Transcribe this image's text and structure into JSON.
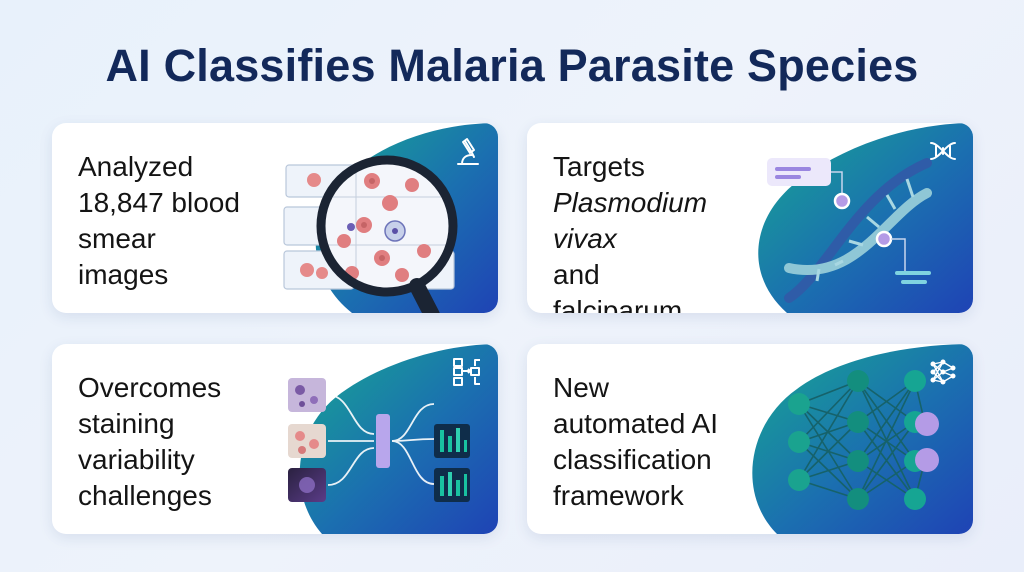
{
  "title": "AI Classifies Malaria Parasite Species",
  "colors": {
    "title": "#13295a",
    "accent_teal": "#1aa38f",
    "accent_blue": "#1f4fb8",
    "cell_red": "#e58a8a",
    "node_purple": "#b49be6"
  },
  "cards": [
    {
      "lines": [
        "Analyzed",
        "18,847 blood",
        "smear",
        "images"
      ],
      "icon": "microscope-icon"
    },
    {
      "line1": "Targets",
      "italic": "Plasmodium vivax",
      "normal": "and",
      "line_last": "falciparum",
      "icon": "dna-icon"
    },
    {
      "lines": [
        "Overcomes",
        "staining",
        "variability",
        "challenges"
      ],
      "icon": "flowchart-icon"
    },
    {
      "lines": [
        "New",
        "automated AI",
        "classification",
        "framework"
      ],
      "icon": "neural-network-icon"
    }
  ]
}
